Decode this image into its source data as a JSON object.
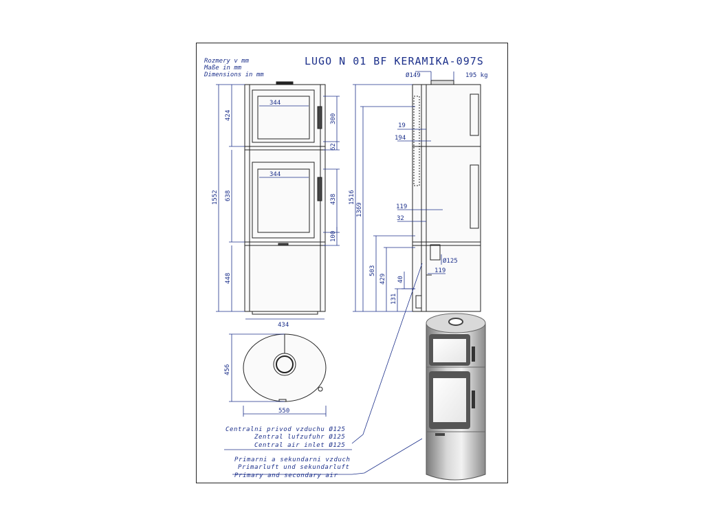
{
  "units": [
    "Rozmery v mm",
    "Maße in mm",
    "Dimensions in mm"
  ],
  "title": "LUGO N 01 BF KERAMIKA-097S",
  "top_note": {
    "diameter": "Ø149",
    "weight": "195 kg"
  },
  "front_view": {
    "width_top_window": "344",
    "width_bottom_window": "344",
    "base_width": "434",
    "h_top": "424",
    "h_middle": "638",
    "h_bottom": "448",
    "h_total": "1552",
    "h_door_top": "300",
    "h_gap": "62",
    "h_door_bottom": "438",
    "h_lower": "100"
  },
  "side_view": {
    "h_total": "1516",
    "h_flue": "1369",
    "h_503": "503",
    "h_429": "429",
    "h_40": "40",
    "h_131": "131",
    "d_19": "19",
    "d_194": "194",
    "d_119_top": "119",
    "d_32": "32",
    "d_119_bottom": "119",
    "inlet_diameter": "Ø125"
  },
  "plan_view": {
    "depth": "456",
    "width": "550"
  },
  "legend": {
    "air_inlet": [
      "Centralni privod vzduchu Ø125",
      "Zentral lufzufuhr Ø125",
      "Central air inlet Ø125"
    ],
    "primary_air": [
      "Primarni a sekundarni vzduch",
      "Primarluft und sekundarluft",
      "Primary and secondary air"
    ]
  },
  "colors": {
    "dimension": "#1b2f8a",
    "line": "#222222",
    "stove_body": "#bdbdbd",
    "stove_dark": "#555555"
  }
}
